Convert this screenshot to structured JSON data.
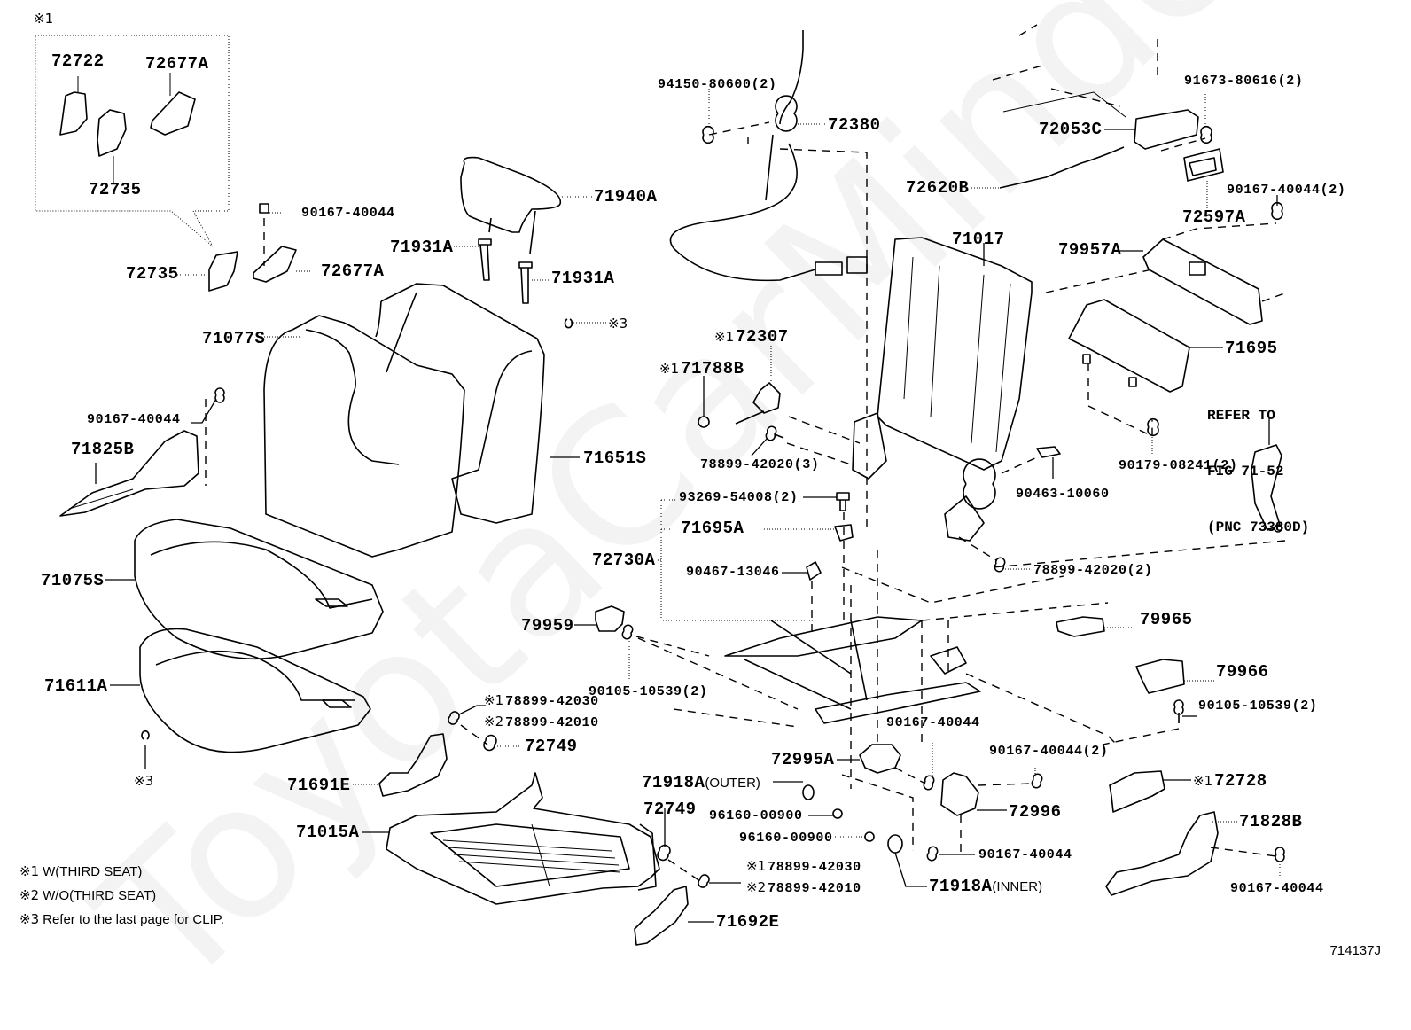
{
  "diagram": {
    "figure_id": "714137J",
    "watermark": "ToyotaCarMinder.ru",
    "inset_note": "※1",
    "reference_note": [
      "REFER TO",
      "FIG 71-52",
      "(PNC 73380D)"
    ],
    "legend": [
      {
        "mark": "※1",
        "text": "W(THIRD SEAT)"
      },
      {
        "mark": "※2",
        "text": "W/O(THIRD SEAT)"
      },
      {
        "mark": "※3",
        "text": "Refer to the last page for CLIP."
      }
    ],
    "parts": [
      {
        "id": "inset-72722",
        "number": "72722"
      },
      {
        "id": "inset-72677A",
        "number": "72677A"
      },
      {
        "id": "inset-72735",
        "number": "72735"
      },
      {
        "id": "p-90167-40044-a",
        "number": "90167-40044"
      },
      {
        "id": "p-72735",
        "number": "72735"
      },
      {
        "id": "p-72677A",
        "number": "72677A"
      },
      {
        "id": "p-71940A",
        "number": "71940A"
      },
      {
        "id": "p-71931A-a",
        "number": "71931A"
      },
      {
        "id": "p-71931A-b",
        "number": "71931A"
      },
      {
        "id": "p-71077S",
        "number": "71077S"
      },
      {
        "id": "p-clip-3-a",
        "mark": "※3"
      },
      {
        "id": "p-90167-40044-b",
        "number": "90167-40044"
      },
      {
        "id": "p-71825B",
        "number": "71825B"
      },
      {
        "id": "p-71651S",
        "number": "71651S"
      },
      {
        "id": "p-71075S",
        "number": "71075S"
      },
      {
        "id": "p-71611A",
        "number": "71611A"
      },
      {
        "id": "p-clip-3-b",
        "mark": "※3"
      },
      {
        "id": "p-94150-80600",
        "number": "94150-80600",
        "qty": "(2)"
      },
      {
        "id": "p-72380",
        "number": "72380"
      },
      {
        "id": "p-91673-80616",
        "number": "91673-80616",
        "qty": "(2)"
      },
      {
        "id": "p-72053C",
        "number": "72053C"
      },
      {
        "id": "p-72620B",
        "number": "72620B"
      },
      {
        "id": "p-72597A",
        "number": "72597A"
      },
      {
        "id": "p-90167-40044-c",
        "number": "90167-40044",
        "qty": "(2)"
      },
      {
        "id": "p-71017",
        "number": "71017"
      },
      {
        "id": "p-79957A",
        "number": "79957A"
      },
      {
        "id": "p-71695",
        "number": "71695"
      },
      {
        "id": "p-72307",
        "mark": "※1",
        "number": "72307"
      },
      {
        "id": "p-71788B",
        "mark": "※1",
        "number": "71788B"
      },
      {
        "id": "p-78899-42020-3",
        "number": "78899-42020",
        "qty": "(3)"
      },
      {
        "id": "p-90463-10060",
        "number": "90463-10060"
      },
      {
        "id": "p-90179-08241",
        "number": "90179-08241",
        "qty": "(2)"
      },
      {
        "id": "p-93269-54008",
        "number": "93269-54008",
        "qty": "(2)"
      },
      {
        "id": "p-71695A",
        "number": "71695A"
      },
      {
        "id": "p-72730A",
        "number": "72730A"
      },
      {
        "id": "p-78899-42020-2",
        "number": "78899-42020",
        "qty": "(2)"
      },
      {
        "id": "p-90467-13046",
        "number": "90467-13046"
      },
      {
        "id": "p-79959",
        "number": "79959"
      },
      {
        "id": "p-79965",
        "number": "79965"
      },
      {
        "id": "p-90105-10539-a",
        "number": "90105-10539",
        "qty": "(2)"
      },
      {
        "id": "p-79966",
        "number": "79966"
      },
      {
        "id": "p-90105-10539-b",
        "number": "90105-10539",
        "qty": "(2)"
      },
      {
        "id": "p-78899-42030-a",
        "mark": "※1",
        "number": "78899-42030"
      },
      {
        "id": "p-78899-42010-a",
        "mark": "※2",
        "number": "78899-42010"
      },
      {
        "id": "p-72749-a",
        "number": "72749"
      },
      {
        "id": "p-90167-40044-d",
        "number": "90167-40044"
      },
      {
        "id": "p-71691E",
        "number": "71691E"
      },
      {
        "id": "p-72995A",
        "number": "72995A"
      },
      {
        "id": "p-90167-40044-e",
        "number": "90167-40044",
        "qty": "(2)"
      },
      {
        "id": "p-72728",
        "mark": "※1",
        "number": "72728"
      },
      {
        "id": "p-71918A-outer",
        "number": "71918A",
        "note": "(OUTER)"
      },
      {
        "id": "p-72996",
        "number": "72996"
      },
      {
        "id": "p-71015A",
        "number": "71015A"
      },
      {
        "id": "p-72749-b",
        "number": "72749"
      },
      {
        "id": "p-96160-00900-a",
        "number": "96160-00900"
      },
      {
        "id": "p-96160-00900-b",
        "number": "96160-00900"
      },
      {
        "id": "p-71828B",
        "number": "71828B"
      },
      {
        "id": "p-90167-40044-f",
        "number": "90167-40044"
      },
      {
        "id": "p-78899-42030-b",
        "mark": "※1",
        "number": "78899-42030"
      },
      {
        "id": "p-78899-42010-b",
        "mark": "※2",
        "number": "78899-42010"
      },
      {
        "id": "p-71918A-inner",
        "number": "71918A",
        "note": "(INNER)"
      },
      {
        "id": "p-71692E",
        "number": "71692E"
      },
      {
        "id": "p-90167-40044-g",
        "number": "90167-40044"
      }
    ]
  }
}
